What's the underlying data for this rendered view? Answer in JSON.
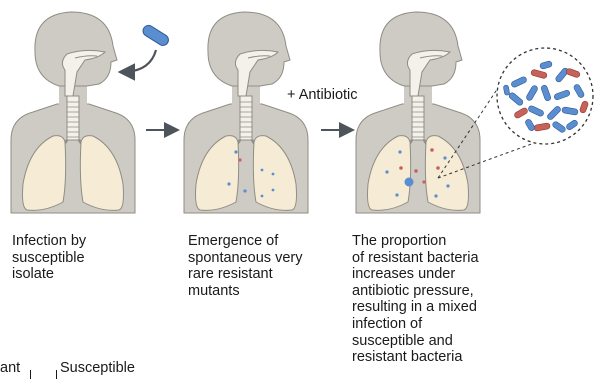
{
  "panels": [
    {
      "caption": "Infection by\nsusceptible\nisolate"
    },
    {
      "caption": "Emergence of\nspontaneous very\nrare resistant\nmutants"
    },
    {
      "caption": "The proportion\nof resistant bacteria\nincreases under\nantibiotic pressure,\nresulting in a mixed\ninfection of\nsusceptible and\nresistant bacteria"
    }
  ],
  "antibiotic_label": "+ Antibiotic",
  "legend": {
    "resistant_fragment": "ant",
    "susceptible": "Susceptible"
  },
  "colors": {
    "body": "#cdcbc3",
    "outline": "#8f8d85",
    "lung": "#f6ebd4",
    "susceptible": "#5b8ed0",
    "resistant": "#c7625a",
    "arrow": "#4e545b"
  }
}
